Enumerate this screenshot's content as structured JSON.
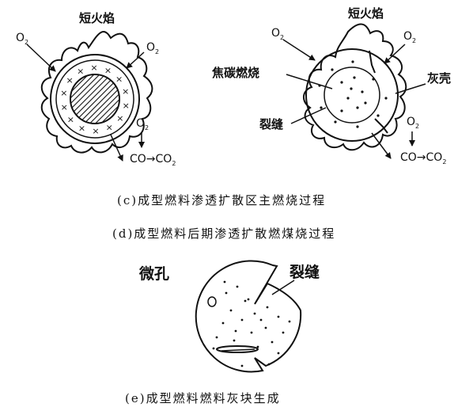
{
  "diagram_c": {
    "flame_label": "短火焰",
    "oxygen": "O",
    "oxygen_sub": "2",
    "reaction_left": "CO",
    "arrow": "→",
    "reaction_right": "CO",
    "reaction_sub": "2",
    "caption": "(c)成型燃料渗透扩散区主燃烧过程"
  },
  "diagram_d": {
    "flame_label": "短火焰",
    "oxygen": "O",
    "oxygen_sub": "2",
    "coke_label": "焦碳燃烧",
    "ash_shell_label": "灰壳",
    "crack_label": "裂缝",
    "reaction_left": "CO",
    "arrow": "→",
    "reaction_right": "CO",
    "reaction_sub": "2",
    "caption": "(d)成型燃料后期渗透扩散燃煤烧过程"
  },
  "diagram_e": {
    "pore_label": "微孔",
    "crack_label": "裂缝",
    "caption": "(e)成型燃料燃料灰块生成"
  }
}
